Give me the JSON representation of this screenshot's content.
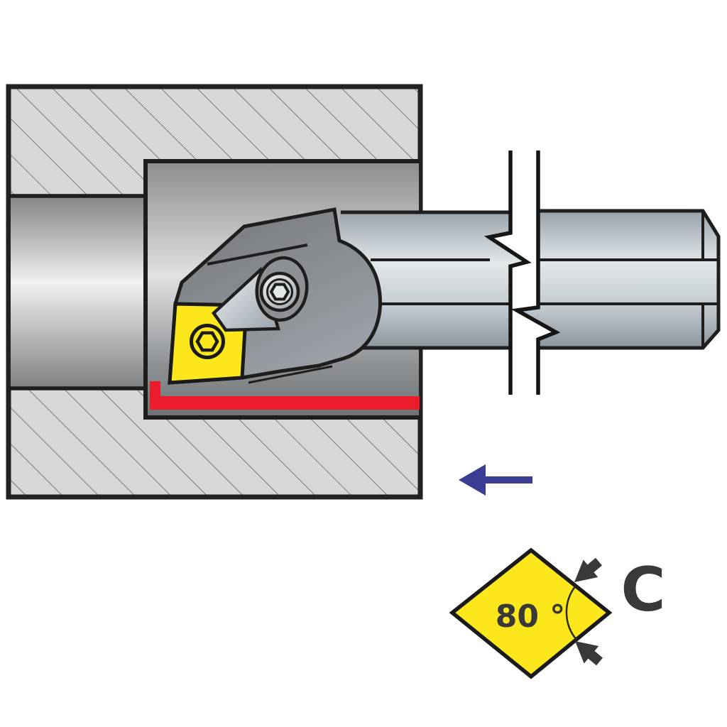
{
  "scene": {
    "title": "Internal turning tool with C-type insert in bore",
    "insert_diagram": {
      "angle_label": "80 °",
      "code_letter": "C"
    },
    "icons": {
      "feed_arrow": "left-arrow",
      "angle_arrow_upper": "arrowhead-down-left",
      "angle_arrow_lower": "arrowhead-up-left",
      "break_symbol": "shaft-break-lines"
    },
    "colors": {
      "insert_yellow": "#fbe71b",
      "machined_red": "#ec1c2a",
      "feed_arrow_blue": "#3b3d93",
      "label_dark": "#393939",
      "outline_black": "#1e1e1e"
    }
  }
}
